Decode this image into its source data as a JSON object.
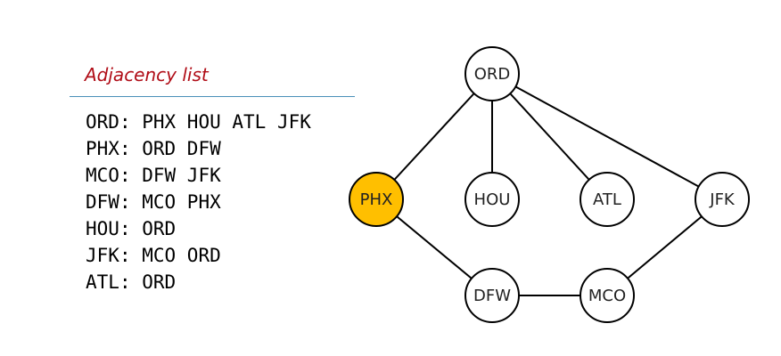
{
  "title": "Adjacency list",
  "adjacency": [
    {
      "node": "ORD",
      "neighbors": "PHX HOU ATL JFK"
    },
    {
      "node": "PHX",
      "neighbors": "ORD DFW"
    },
    {
      "node": "MCO",
      "neighbors": "DFW JFK"
    },
    {
      "node": "DFW",
      "neighbors": "MCO PHX"
    },
    {
      "node": "HOU",
      "neighbors": "ORD"
    },
    {
      "node": "JFK",
      "neighbors": "MCO ORD"
    },
    {
      "node": "ATL",
      "neighbors": "ORD"
    }
  ],
  "graph": {
    "nodes": [
      {
        "id": "ORD",
        "label": "ORD",
        "highlighted": false
      },
      {
        "id": "PHX",
        "label": "PHX",
        "highlighted": true
      },
      {
        "id": "HOU",
        "label": "HOU",
        "highlighted": false
      },
      {
        "id": "ATL",
        "label": "ATL",
        "highlighted": false
      },
      {
        "id": "JFK",
        "label": "JFK",
        "highlighted": false
      },
      {
        "id": "DFW",
        "label": "DFW",
        "highlighted": false
      },
      {
        "id": "MCO",
        "label": "MCO",
        "highlighted": false
      }
    ],
    "edges": [
      [
        "ORD",
        "PHX"
      ],
      [
        "ORD",
        "HOU"
      ],
      [
        "ORD",
        "ATL"
      ],
      [
        "ORD",
        "JFK"
      ],
      [
        "PHX",
        "DFW"
      ],
      [
        "DFW",
        "MCO"
      ],
      [
        "MCO",
        "JFK"
      ]
    ],
    "colors": {
      "highlight": "#ffbf00",
      "normal": "#ffffff"
    }
  }
}
